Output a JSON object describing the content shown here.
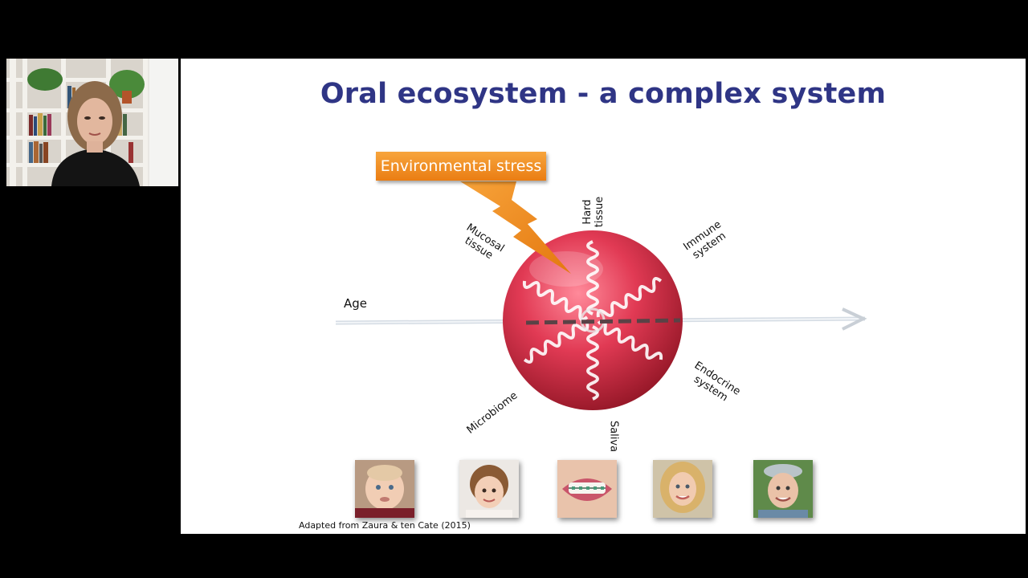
{
  "slide": {
    "title": "Oral ecosystem - a complex system",
    "stress_label": "Environmental stress",
    "axis_label": "Age",
    "factors": {
      "hard_tissue": [
        "Hard",
        "tissue"
      ],
      "immune_system": [
        "Immune",
        "system"
      ],
      "mucosal_tissue": [
        "Mucosal",
        "tissue"
      ],
      "endocrine_system": [
        "Endocrine",
        "system"
      ],
      "microbiome": [
        "Microbiome"
      ],
      "saliva": [
        "Saliva"
      ]
    },
    "citation": "Adapted from Zaura & ten Cate (2015)"
  },
  "colors": {
    "title": "#2f3585",
    "stress_box": "#ee8a1f",
    "sphere": "#d8324a",
    "background": "#000000"
  },
  "photos": [
    {
      "name": "baby-photo"
    },
    {
      "name": "child-photo"
    },
    {
      "name": "braces-smile-photo"
    },
    {
      "name": "young-woman-photo"
    },
    {
      "name": "elderly-woman-photo"
    }
  ]
}
